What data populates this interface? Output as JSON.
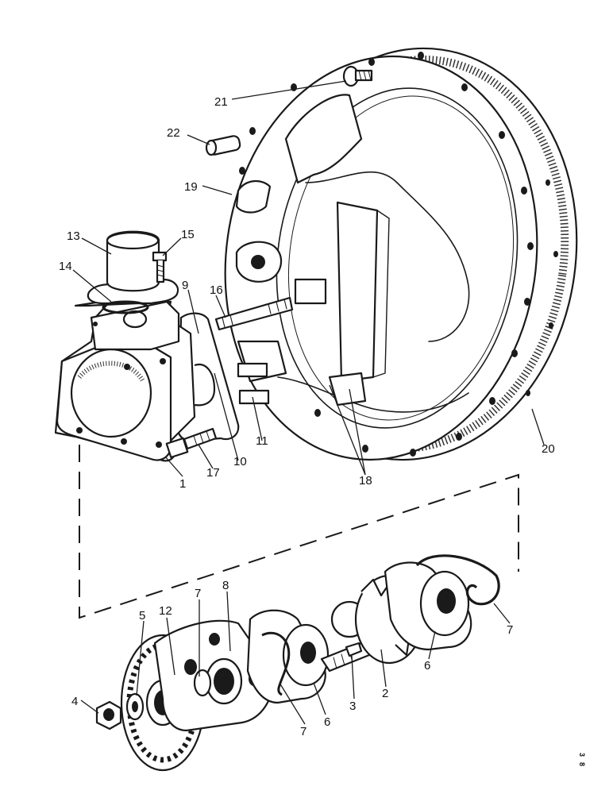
{
  "callouts": [
    {
      "id": "21",
      "text": "21"
    },
    {
      "id": "22",
      "text": "22"
    },
    {
      "id": "19",
      "text": "19"
    },
    {
      "id": "13",
      "text": "13"
    },
    {
      "id": "15",
      "text": "15"
    },
    {
      "id": "14",
      "text": "14"
    },
    {
      "id": "9",
      "text": "9"
    },
    {
      "id": "16",
      "text": "16"
    },
    {
      "id": "11",
      "text": "11"
    },
    {
      "id": "10",
      "text": "10"
    },
    {
      "id": "17",
      "text": "17"
    },
    {
      "id": "1",
      "text": "1"
    },
    {
      "id": "18",
      "text": "18"
    },
    {
      "id": "20",
      "text": "20"
    },
    {
      "id": "7a",
      "text": "7"
    },
    {
      "id": "8",
      "text": "8"
    },
    {
      "id": "12",
      "text": "12"
    },
    {
      "id": "5",
      "text": "5"
    },
    {
      "id": "4",
      "text": "4"
    },
    {
      "id": "7b",
      "text": "7"
    },
    {
      "id": "6a",
      "text": "6"
    },
    {
      "id": "3",
      "text": "3"
    },
    {
      "id": "2",
      "text": "2"
    },
    {
      "id": "6b",
      "text": "6"
    },
    {
      "id": "7c",
      "text": "7"
    }
  ],
  "corner_code": {
    "line1": "3",
    "line2": "8"
  }
}
